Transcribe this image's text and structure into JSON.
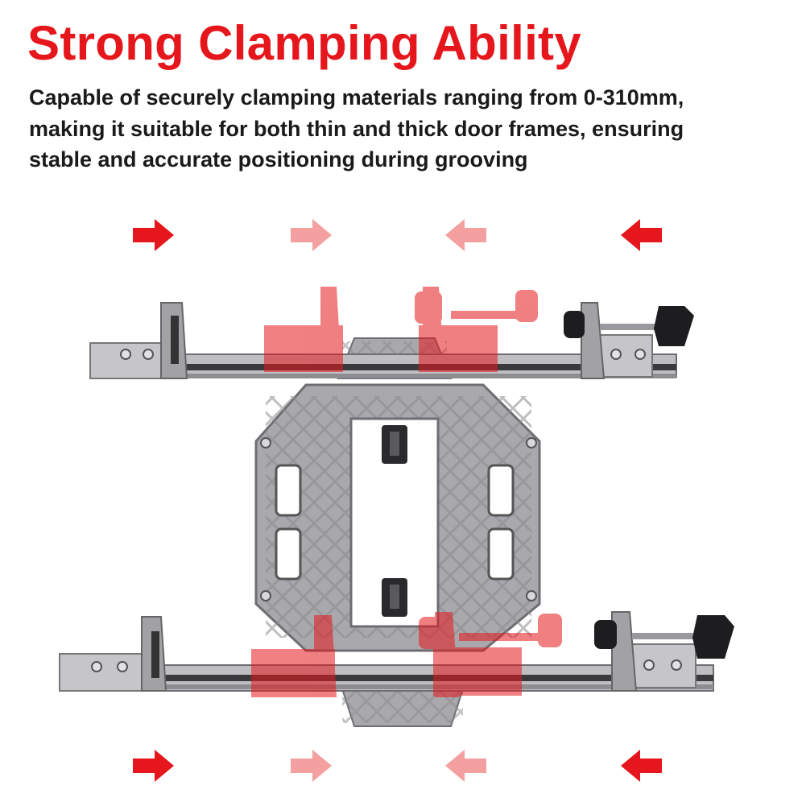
{
  "title": "Strong Clamping Ability",
  "description_lines": [
    "Capable of securely clamping materials ranging from 0-310mm,",
    "making it suitable for both thin and thick door frames, ensuring",
    "stable and accurate positioning during grooving"
  ],
  "colors": {
    "accent_red": "#e5171c",
    "arrow_faded": "#f4a0a0",
    "aluminum": "#a8a8ac",
    "aluminum_dark": "#7c7c80",
    "knob": "#1d1d1f"
  },
  "icons": {
    "arrow_right": "arrow-right-icon",
    "arrow_left": "arrow-left-icon"
  }
}
